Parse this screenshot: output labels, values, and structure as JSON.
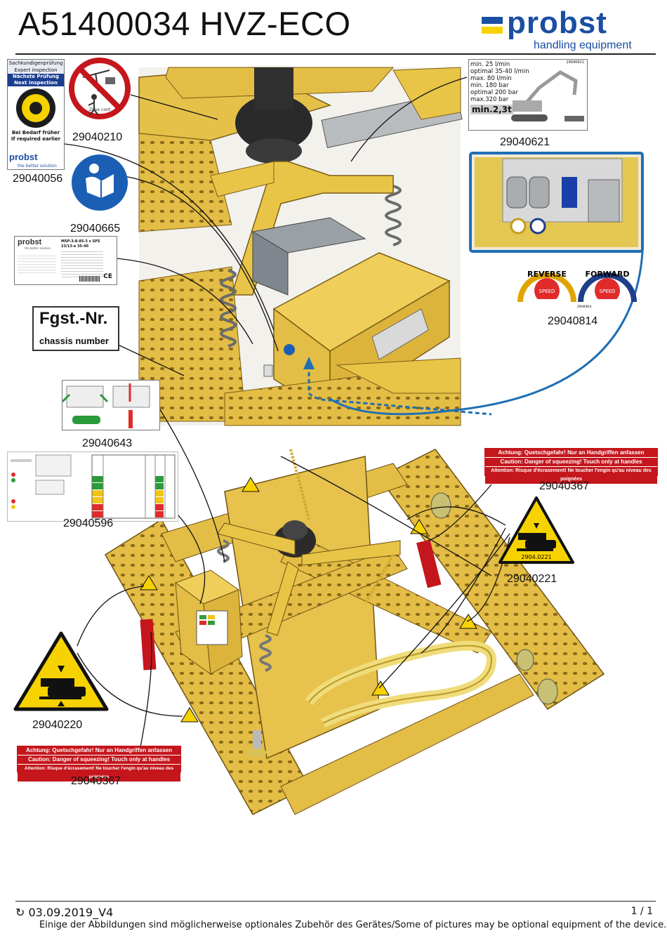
{
  "header": {
    "title": "A51400034 HVZ-ECO",
    "logo_word": "probst",
    "logo_sub": "handling equipment"
  },
  "labels": {
    "p29040056": "29040056",
    "p29040210": "29040210",
    "p29040665": "29040665",
    "p29040621": "29040621",
    "p29040814": "29040814",
    "p29040643": "29040643",
    "p29040596": "29040596",
    "p29040367a": "29040367",
    "p29040221": "29040221",
    "p29040220": "29040220",
    "p29040367b": "29040367"
  },
  "inspection_sticker": {
    "line1": "Sachkundigenprüfung",
    "line2": "Expert inspection",
    "line3": "Nächste Prüfung",
    "line4": "Next inspection",
    "line5": "Bei Bedarf früher",
    "line6": "If required earlier",
    "brand": "probst",
    "brand_sub": "the better solution"
  },
  "fgst": {
    "big": "Fgst.-Nr.",
    "small": "chassis number"
  },
  "hydraulic_label": {
    "code": "29040621",
    "rows": [
      "min. 25 l/min",
      "optimal 35-40 l/min",
      "max. 80 l/min",
      "min. 180 bar",
      "optimal 200 bar",
      "max.320 bar"
    ],
    "weight": "min.2,3t"
  },
  "rating_plate": {
    "brand": "probst",
    "brand_sub": "the better solution",
    "model_line1": "MSP-3-8-85-3 x SPS",
    "model_line2": "23/13-e 35-40"
  },
  "speed_dials": {
    "reverse": "REVERSE",
    "forward": "FORWARD",
    "speed": "SPEED",
    "code": "29040814"
  },
  "no_zone": {
    "text": "Zone cont"
  },
  "warning_strip": {
    "de": "Achtung: Quetschgefahr! Nur an Handgriffen anfassen",
    "en": "Caution: Danger of squeezing! Touch only at handles",
    "fr": "Attention: Risque d'écrasement! Ne toucher l'engin qu'au niveau des poignées"
  },
  "crush_triangle": {
    "code": "2904.0221"
  },
  "footer": {
    "date": "03.09.2019_V4",
    "page": "1 / 1",
    "note": "Einige der Abbildungen sind möglicherweise optionales Zubehör des Gerätes/Some of pictures may be optional equipment of the device."
  },
  "colors": {
    "brand_blue": "#1a4ea2",
    "brand_yellow": "#f6d200",
    "machine_yellow": "#e9c547",
    "warning_red": "#c4161c",
    "detail_frame": "#1e6fb5"
  }
}
